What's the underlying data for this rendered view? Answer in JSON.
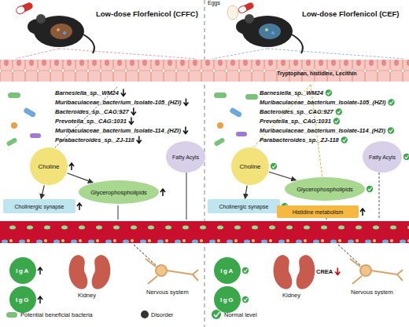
{
  "diagram": {
    "nodes": [
      {
        "text": [
          "Choline"
        ]
      },
      {
        "text": [
          "Cholinergic synapse"
        ]
      },
      {
        "text": [
          "Glycerophospholipids"
        ]
      },
      {
        "text": [
          "Fatty Acyls"
        ]
      },
      {
        "text": [
          "IgA"
        ]
      },
      {
        "text": [
          "IgG"
        ]
      },
      {
        "text": [
          "Choline"
        ]
      },
      {
        "text": [
          "Cholinergic synapse"
        ]
      },
      {
        "text": [
          "Glycerophospholipids"
        ]
      },
      {
        "text": [
          "Fatty Acyls"
        ]
      },
      {
        "text": [
          "Histidine metabolism"
        ]
      },
      {
        "text": [
          "IgA"
        ]
      },
      {
        "text": [
          "IgG"
        ]
      }
    ],
    "edges": [
      {
        "from": 0,
        "to": 1,
        "arrow": "to"
      },
      {
        "from": 0,
        "to": 2,
        "arrow": "to"
      },
      {
        "from": 6,
        "to": 7,
        "arrow": "to"
      },
      {
        "from": 6,
        "to": 8,
        "arrow": "to"
      }
    ],
    "labels": [
      "Low-dose Florfenicol (CFFC)",
      "Barnesiella_sp._WM24",
      "Muribaculaceae_bacterium_Isolate-105_(HZI)",
      "Bacteroides_sp._CAG:927",
      "Prevotella_sp._CAG:1031",
      "Muribaculaceae_bacterium_Isolate-114_(HZI)",
      "Parabacteroides_sp._ZJ-118",
      "Kidney",
      "Nervous system",
      "Eggs",
      "Low-dose Florfenicol (CEF)",
      "Tryptophan, histidine, Lecithin",
      "Barnesiella_sp._WM24",
      "Muribaculaceae_bacterium_Isolate-105_(HZI)",
      "Bacteroides_sp._CAG:927",
      "Prevotella_sp._CAG:1031",
      "Muribaculaceae_bacterium_Isolate-114_(HZI)",
      "Parabacteroides_sp._ZJ-118",
      "CREA",
      "Kidney",
      "Nervous system"
    ],
    "legend": [
      {
        "text": "Potential beneficial bacteria"
      },
      {
        "text": "Disorder"
      },
      {
        "text": "Normal level"
      }
    ]
  }
}
